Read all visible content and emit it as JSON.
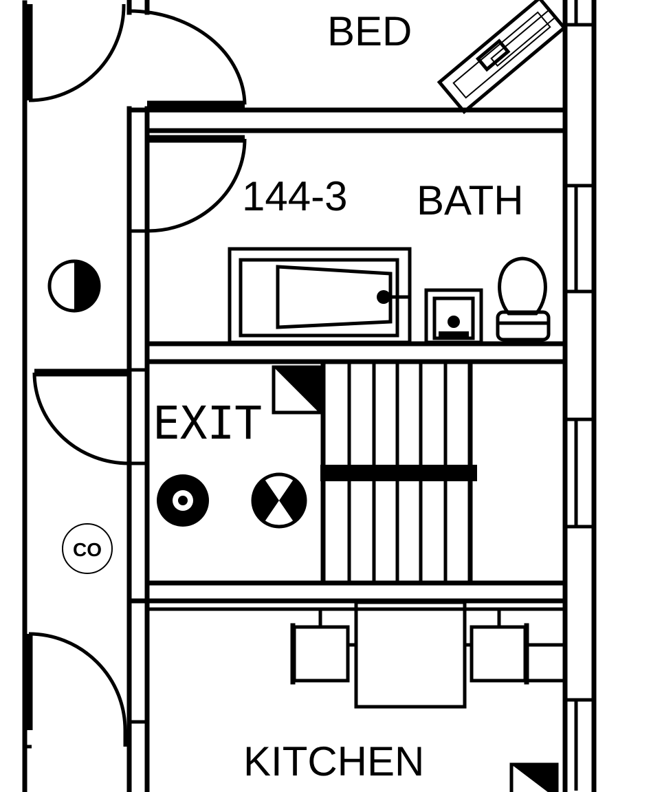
{
  "rooms": {
    "bed": "BED",
    "bath": "BATH",
    "exit": "EXIT",
    "kitchen": "KITCHEN",
    "unit_number": "144-3"
  },
  "symbols": {
    "co_detector": "CO",
    "smoke_detector_icon": "half-filled-circle-icon",
    "speaker_icon": "ring-dot-icon",
    "exit_light_icon": "x-circle-icon",
    "panel_icon": "diagonal-square-icon"
  }
}
